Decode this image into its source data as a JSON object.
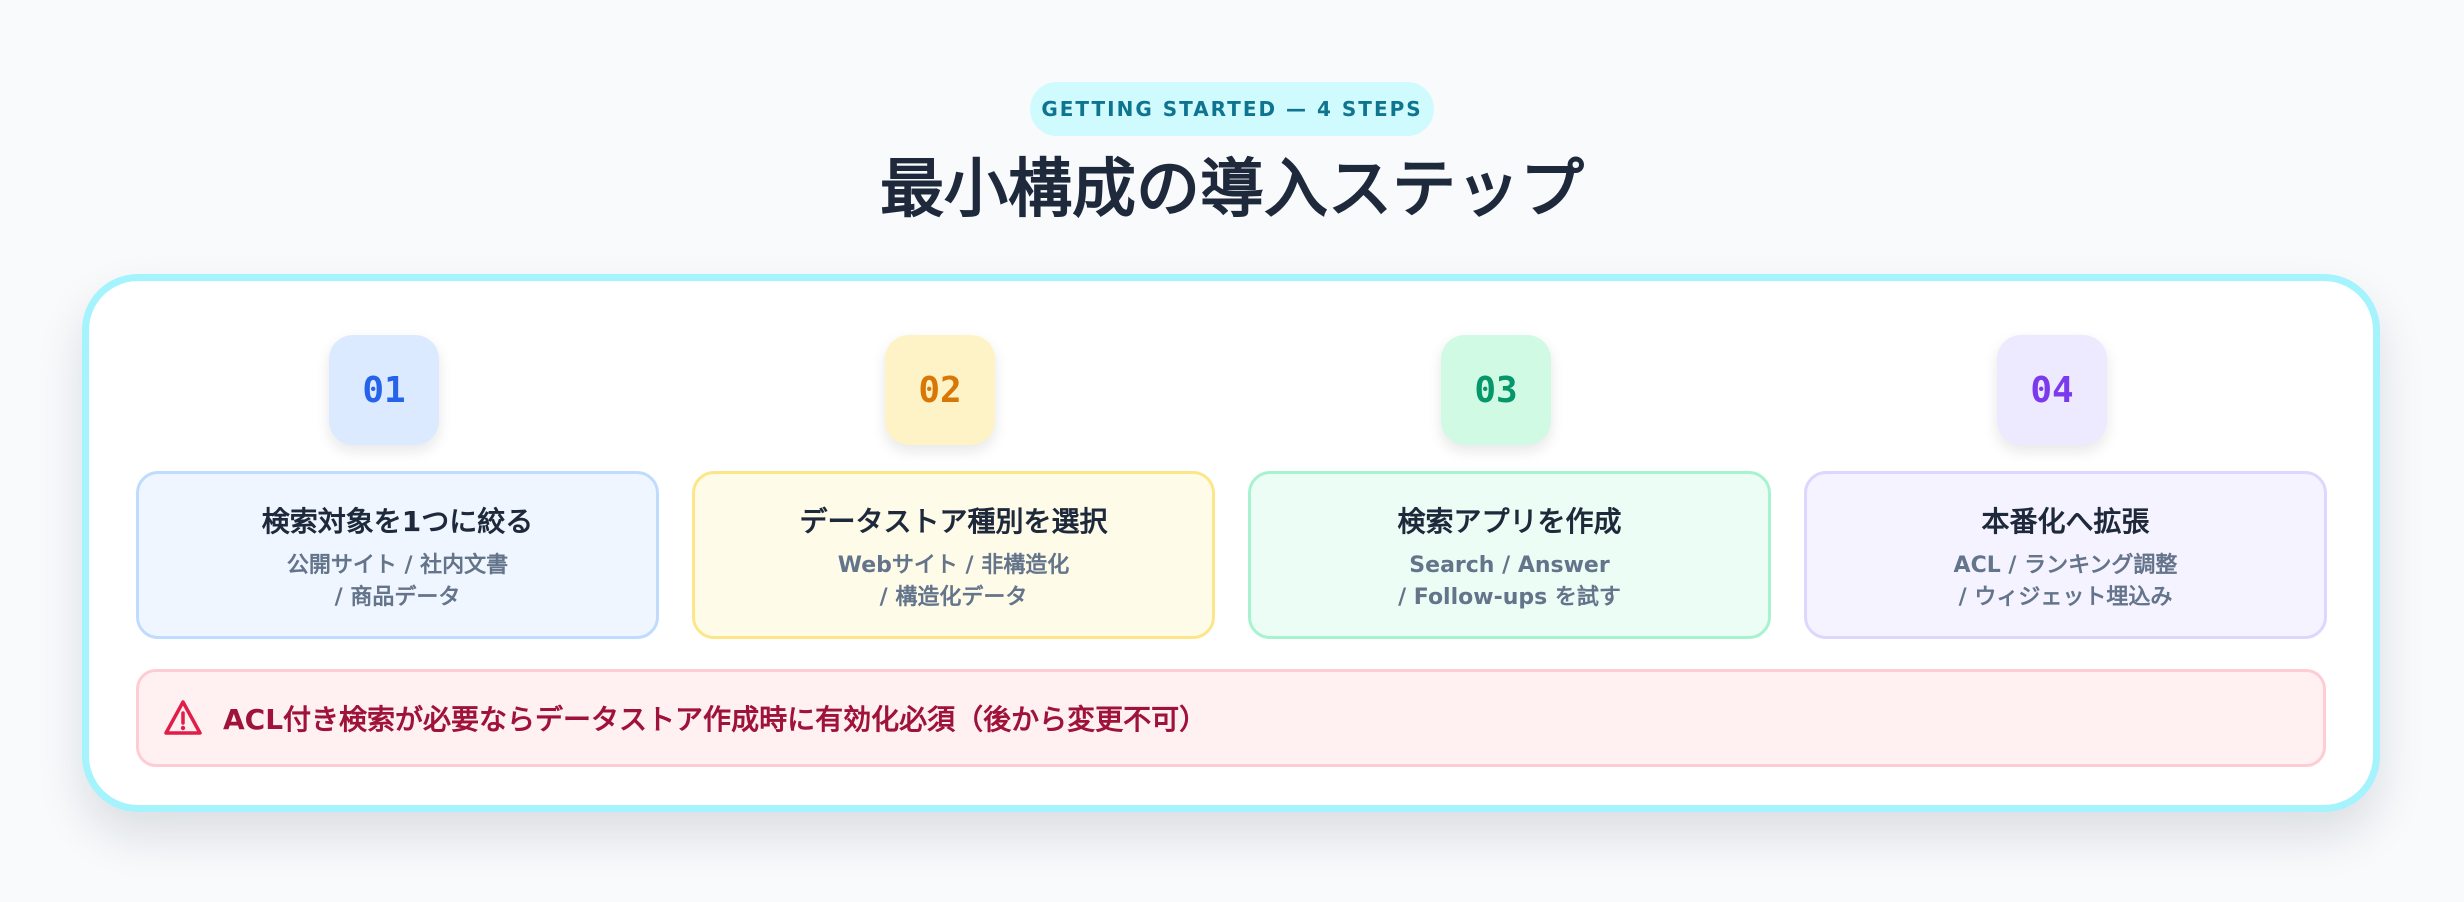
{
  "header": {
    "badge": "GETTING STARTED — 4 STEPS",
    "title": "最小構成の導入ステップ"
  },
  "steps": [
    {
      "number": "01",
      "title": "検索対象を1つに絞る",
      "desc_line1": "公開サイト / 社内文書",
      "desc_line2": "/ 商品データ",
      "number_color": "#2563eb",
      "number_bg": "#dbeafe",
      "card_bg": "#eff6ff",
      "card_border": "#bfdbfe"
    },
    {
      "number": "02",
      "title": "データストア種別を選択",
      "desc_line1": "Webサイト / 非構造化",
      "desc_line2": "/ 構造化データ",
      "number_color": "#d97706",
      "number_bg": "#fef3c7",
      "card_bg": "#fefce8",
      "card_border": "#fde68a"
    },
    {
      "number": "03",
      "title": "検索アプリを作成",
      "desc_line1": "Search / Answer",
      "desc_line2": "/ Follow-ups を試す",
      "number_color": "#059669",
      "number_bg": "#d1fae5",
      "card_bg": "#ecfdf5",
      "card_border": "#a7f3d0"
    },
    {
      "number": "04",
      "title": "本番化へ拡張",
      "desc_line1": "ACL / ランキング調整",
      "desc_line2": "/ ウィジェット埋込み",
      "number_color": "#7c3aed",
      "number_bg": "#ede9fe",
      "card_bg": "#f5f3ff",
      "card_border": "#ddd6fe"
    }
  ],
  "warning": {
    "icon": "warning-triangle-icon",
    "text": "ACL付き検索が必要ならデータストア作成時に有効化必須（後から変更不可）"
  }
}
